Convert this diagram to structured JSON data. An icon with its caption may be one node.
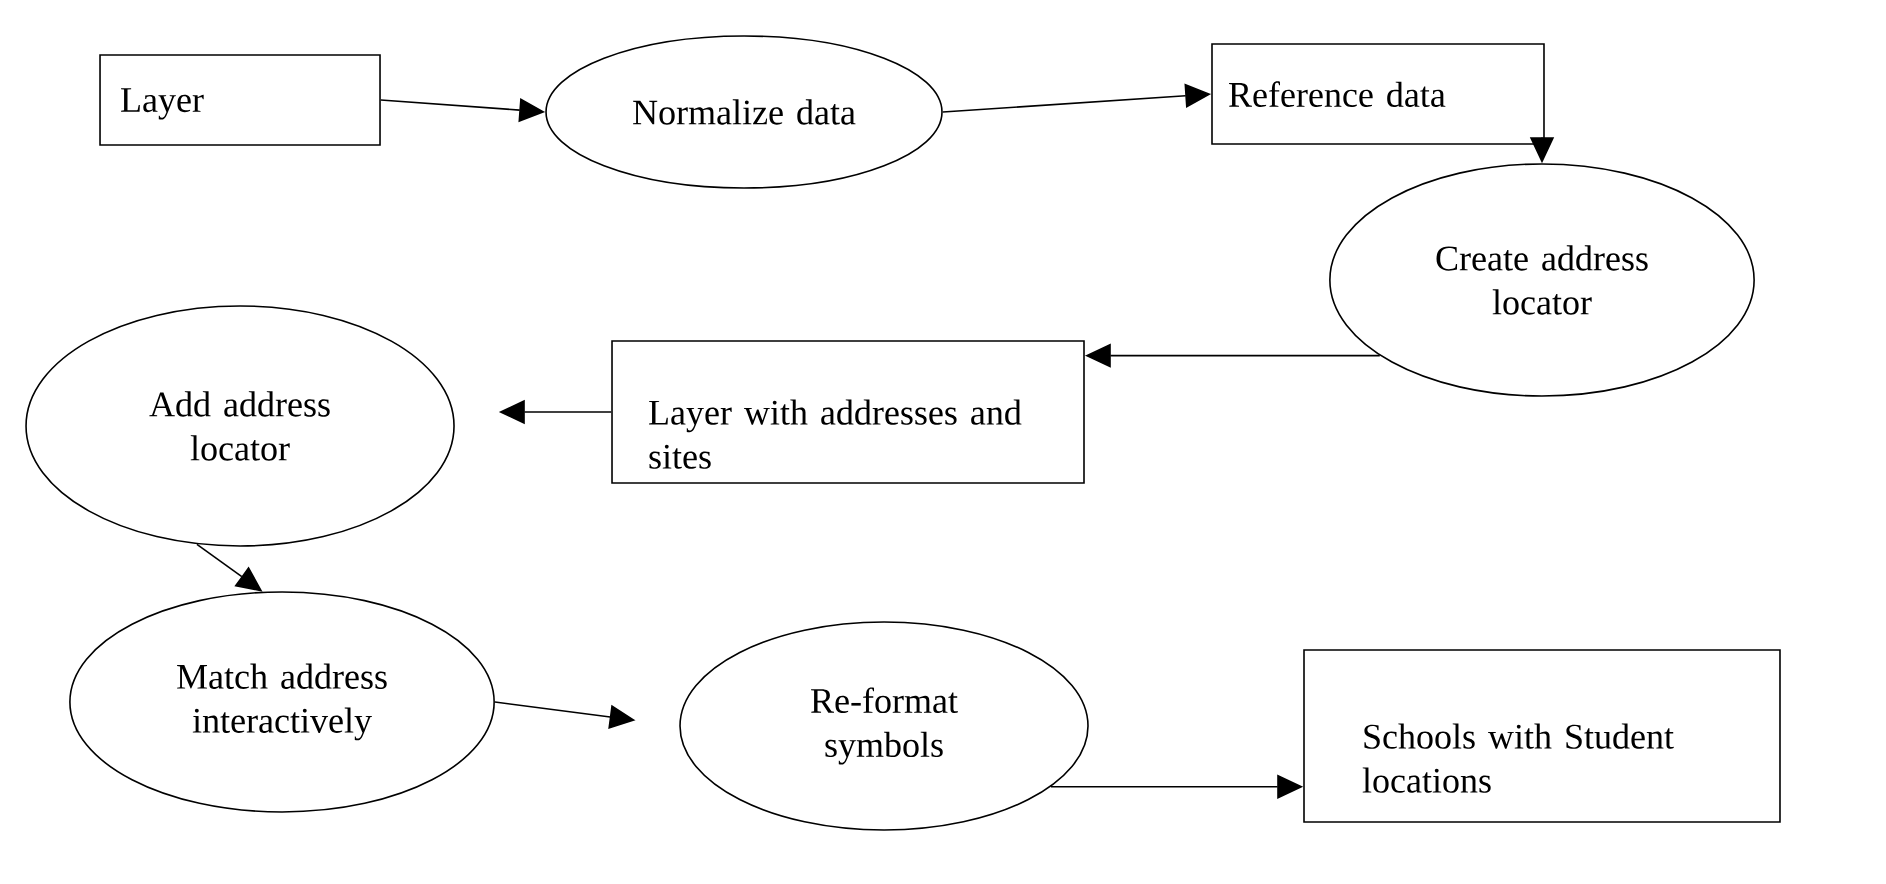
{
  "diagram": {
    "nodes": [
      {
        "text": [
          "Layer"
        ]
      },
      {
        "text": [
          "Normalize data"
        ]
      },
      {
        "text": [
          "Reference data"
        ]
      },
      {
        "text": [
          "Create address locator"
        ]
      },
      {
        "text": [
          "Layer with addresses and sites"
        ]
      },
      {
        "text": [
          "Add address locator"
        ]
      },
      {
        "text": [
          "Match address interactively"
        ]
      },
      {
        "text": [
          "Re-format symbols"
        ]
      },
      {
        "text": [
          "Schools with Student locations"
        ]
      }
    ],
    "edges": [
      {
        "from": 0,
        "to": 1,
        "arrow": "to"
      },
      {
        "from": 1,
        "to": 2,
        "arrow": "to"
      },
      {
        "from": 2,
        "to": 3,
        "arrow": "to"
      },
      {
        "from": 3,
        "to": 4,
        "arrow": "to"
      },
      {
        "from": 4,
        "to": 5,
        "arrow": "to"
      },
      {
        "from": 5,
        "to": 6,
        "arrow": "to"
      },
      {
        "from": 6,
        "to": 7,
        "arrow": "to"
      },
      {
        "from": 7,
        "to": 8,
        "arrow": "to"
      }
    ]
  }
}
